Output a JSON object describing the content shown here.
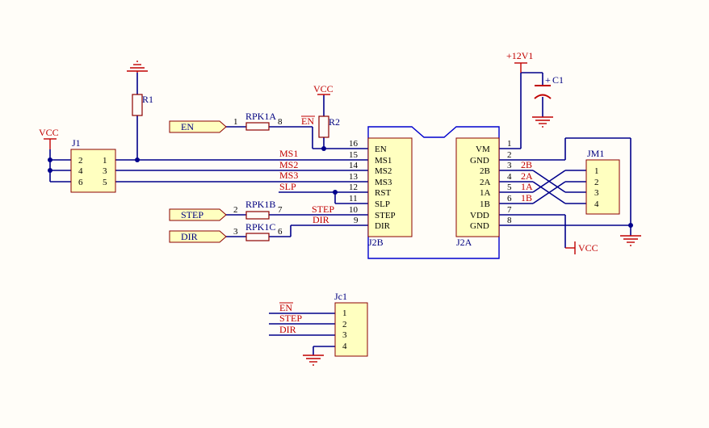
{
  "power": {
    "vcc": "VCC",
    "v12": "+12V1"
  },
  "components": {
    "r1": "R1",
    "r2": "R2",
    "c1": "C1",
    "j1": "J1",
    "jm1": "JM1",
    "jc1": "Jc1",
    "rpk1a": "RPK1A",
    "rpk1b": "RPK1B",
    "rpk1c": "RPK1C",
    "j2a": "J2A",
    "j2b": "J2B",
    "c1_plus": "+"
  },
  "ports": {
    "en": "EN",
    "step": "STEP",
    "dir": "DIR"
  },
  "rpk_pins": {
    "a_in": "1",
    "a_out": "8",
    "b_in": "2",
    "b_out": "7",
    "c_in": "3",
    "c_out": "6"
  },
  "j1": {
    "left_pins": [
      "2",
      "4",
      "6"
    ],
    "right_pins": [
      "1",
      "3",
      "5"
    ]
  },
  "j2b": {
    "pins": [
      {
        "num": "16",
        "name": "EN"
      },
      {
        "num": "15",
        "name": "MS1"
      },
      {
        "num": "14",
        "name": "MS2"
      },
      {
        "num": "13",
        "name": "MS3"
      },
      {
        "num": "12",
        "name": "RST"
      },
      {
        "num": "11",
        "name": "SLP"
      },
      {
        "num": "10",
        "name": "STEP"
      },
      {
        "num": "9",
        "name": "DIR"
      }
    ]
  },
  "j2a": {
    "pins": [
      {
        "num": "1",
        "name": "VM"
      },
      {
        "num": "2",
        "name": "GND"
      },
      {
        "num": "3",
        "name": "2B"
      },
      {
        "num": "4",
        "name": "2A"
      },
      {
        "num": "5",
        "name": "1A"
      },
      {
        "num": "6",
        "name": "1B"
      },
      {
        "num": "7",
        "name": "VDD"
      },
      {
        "num": "8",
        "name": "GND"
      }
    ]
  },
  "net_labels": {
    "en": "EN",
    "ms1": "MS1",
    "ms2": "MS2",
    "ms3": "MS3",
    "slp": "SLP",
    "step": "STEP",
    "dir": "DIR",
    "b2": "2B",
    "a2": "2A",
    "a1": "1A",
    "b1": "1B",
    "vcc_out": "VCC"
  },
  "jm1": {
    "pins": [
      "1",
      "2",
      "3",
      "4"
    ]
  },
  "jc1": {
    "pins": [
      "1",
      "2",
      "3",
      "4"
    ],
    "labels": {
      "en": "EN",
      "step": "STEP",
      "dir": "DIR"
    }
  }
}
